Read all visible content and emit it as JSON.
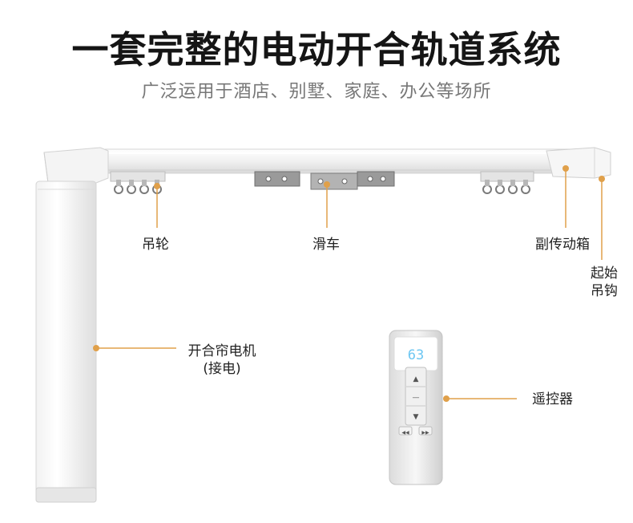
{
  "header": {
    "title": "一套完整的电动开合轨道系统",
    "subtitle": "广泛运用于酒店、别墅、家庭、办公等场所"
  },
  "labels": {
    "pulley": "吊轮",
    "carriage": "滑车",
    "aux_box": "副传动箱",
    "start_hook_line1": "起始",
    "start_hook_line2": "吊钩",
    "motor_line1": "开合帘电机",
    "motor_line2": "(接电)",
    "remote": "遥控器"
  },
  "remote": {
    "display": "63",
    "up_symbol": "▲",
    "stop_symbol": "—",
    "down_symbol": "▼",
    "left_symbol": "◀◀",
    "right_symbol": "▶▶"
  },
  "colors": {
    "accent": "#E0A04A",
    "rail": "#F4F4F4",
    "rail_edge": "#D6D6D6",
    "display": "#6CC6F2"
  }
}
